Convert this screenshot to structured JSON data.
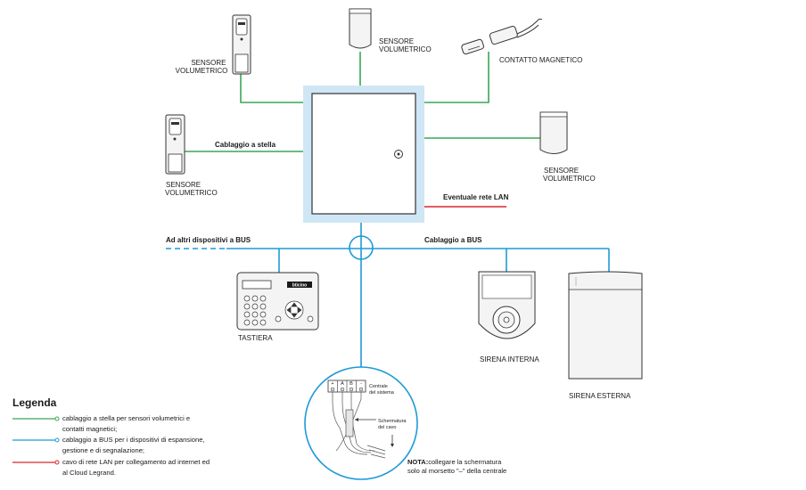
{
  "labels": {
    "sensor_top_left": [
      "SENSORE",
      "VOLUMETRICO"
    ],
    "sensor_top_center": [
      "SENSORE",
      "VOLUMETRICO"
    ],
    "magnetic_contact": "CONTATTO MAGNETICO",
    "sensor_mid_left": [
      "SENSORE",
      "VOLUMETRICO"
    ],
    "sensor_right": [
      "SENSORE",
      "VOLUMETRICO"
    ],
    "star_wiring": "Cablaggio a stella",
    "lan_optional": "Eventuale rete LAN",
    "other_devices_bus": "Ad altri dispositivi a BUS",
    "bus_wiring": "Cablaggio a BUS",
    "keypad": "TASTIERA",
    "keypad_brand": "bticino",
    "internal_siren": "SIRENA INTERNA",
    "external_siren": "SIRENA ESTERNA",
    "terminals": [
      "+",
      "A",
      "B",
      "-"
    ],
    "panel_note": [
      "Centrale",
      "del sistema"
    ],
    "shield_note": [
      "Schermatura",
      "del cavo"
    ],
    "note_bold": "NOTA:",
    "note_lines": [
      "collegare la schermatura",
      "solo al morsetto \"–\" della centrale"
    ]
  },
  "legend": {
    "title": "Legenda",
    "items": [
      {
        "color": "#3aa657",
        "lines": [
          "cablaggio a stella per sensori volumetrici e",
          "contatti magnetici;"
        ]
      },
      {
        "color": "#1f9ad6",
        "lines": [
          "cablaggio a BUS per i dispositivi di espansione,",
          "gestione e di segnalazione;"
        ]
      },
      {
        "color": "#d7262e",
        "lines": [
          "cavo di rete LAN per collegamento ad internet ed",
          "al Cloud Legrand."
        ]
      }
    ]
  },
  "colors": {
    "star": "#3aa657",
    "bus": "#1f9ad6",
    "lan": "#d7262e",
    "panel_halo": "#cfe6f5",
    "device_fill": "#f4f4f4",
    "outline": "#333333"
  }
}
